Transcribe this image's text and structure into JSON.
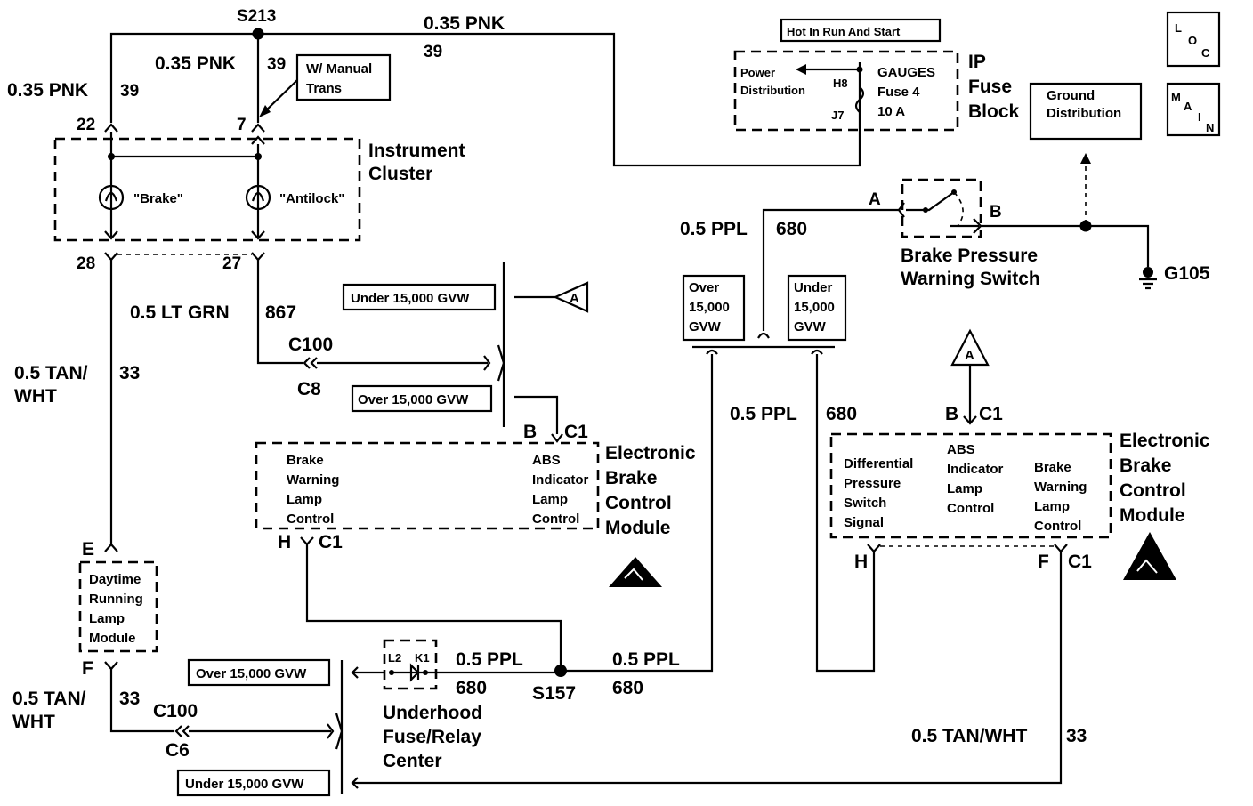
{
  "splices": {
    "s213": "S213",
    "s157": "S157"
  },
  "top_wire": {
    "gauge": "0.35 PNK",
    "circuit": "39"
  },
  "left_wire_top": {
    "gauge": "0.35 PNK",
    "circuit": "39"
  },
  "mid_wire_top": {
    "gauge": "0.35 PNK",
    "circuit": "39"
  },
  "manual_trans_note": [
    "W/ Manual",
    "Trans"
  ],
  "pins": {
    "ic_22": "22",
    "ic_7": "7",
    "ic_28": "28",
    "ic_27": "27",
    "ebcm_h": "H",
    "ebcm_c1": "C1",
    "ebcm_b": "B",
    "ebcm_c1b": "C1",
    "drl_e": "E",
    "drl_f": "F",
    "bps_a": "A",
    "bps_b": "B",
    "ebcm2_b": "B",
    "ebcm2_c1": "C1",
    "ebcm2_h": "H",
    "ebcm2_f": "F",
    "ebcm2_c1b": "C1",
    "fuse_h8": "H8",
    "fuse_j7": "J7",
    "relay_l2": "L2",
    "relay_k1": "K1"
  },
  "instrument_cluster": {
    "label": [
      "Instrument",
      "Cluster"
    ],
    "lamp_brake": "\"Brake\"",
    "lamp_antilock": "\"Antilock\""
  },
  "hot_in_run": "Hot In Run And Start",
  "fuse_block": {
    "power_distribution": [
      "Power",
      "Distribution"
    ],
    "gauges": [
      "GAUGES",
      "Fuse 4",
      "10 A"
    ],
    "label": [
      "IP",
      "Fuse",
      "Block"
    ]
  },
  "ground_distribution": [
    "Ground",
    "Distribution"
  ],
  "loc_icon": {
    "letters": [
      "L",
      "O",
      "C"
    ]
  },
  "main_icon": {
    "letters": [
      "M",
      "A",
      "I",
      "N"
    ]
  },
  "brake_pressure_switch": {
    "label": [
      "Brake Pressure",
      "Warning Switch"
    ]
  },
  "ground": "G105",
  "wire_ppl_680_top": {
    "gauge": "0.5 PPL",
    "circuit": "680"
  },
  "gvw_over_box": [
    "Over",
    "15,000",
    "GVW"
  ],
  "gvw_under_box": [
    "Under",
    "15,000",
    "GVW"
  ],
  "under_15000_gvw": "Under 15,000 GVW",
  "over_15000_gvw": "Over 15,000 GVW",
  "wire_lt_grn": {
    "gauge": "0.5 LT GRN",
    "circuit": "867"
  },
  "c100_top": {
    "connector": "C100",
    "pin": "C8"
  },
  "c100_bottom": {
    "connector": "C100",
    "pin": "C6"
  },
  "wire_tan_wht_left": {
    "gauge": [
      "0.5 TAN/",
      "WHT"
    ],
    "circuit": "33"
  },
  "wire_tan_wht_left_bottom": {
    "gauge": [
      "0.5 TAN/",
      "WHT"
    ],
    "circuit": "33"
  },
  "ebcm_left": {
    "brake_warning": [
      "Brake",
      "Warning",
      "Lamp",
      "Control"
    ],
    "abs_indicator": [
      "ABS",
      "Indicator",
      "Lamp",
      "Control"
    ],
    "label": [
      "Electronic",
      "Brake",
      "Control",
      "Module"
    ]
  },
  "ebcm_right": {
    "differential": [
      "Differential",
      "Pressure",
      "Switch",
      "Signal"
    ],
    "abs_indicator": [
      "ABS",
      "Indicator",
      "Lamp",
      "Control"
    ],
    "brake_warning": [
      "Brake",
      "Warning",
      "Lamp",
      "Control"
    ],
    "label": [
      "Electronic",
      "Brake",
      "Control",
      "Module"
    ]
  },
  "drl_module": [
    "Daytime",
    "Running",
    "Lamp",
    "Module"
  ],
  "wire_ppl_680_mid": {
    "gauge": "0.5 PPL",
    "circuit": "680"
  },
  "wire_ppl_680_s157_left": {
    "gauge": "0.5 PPL",
    "circuit": "680"
  },
  "wire_ppl_680_s157_right": {
    "gauge": "0.5 PPL",
    "circuit": "680"
  },
  "underhood_fuse_relay": [
    "Underhood",
    "Fuse/Relay",
    "Center"
  ],
  "wire_tan_wht_bottom": {
    "gauge": "0.5 TAN/WHT",
    "circuit": "33"
  },
  "connector_ref": "A"
}
